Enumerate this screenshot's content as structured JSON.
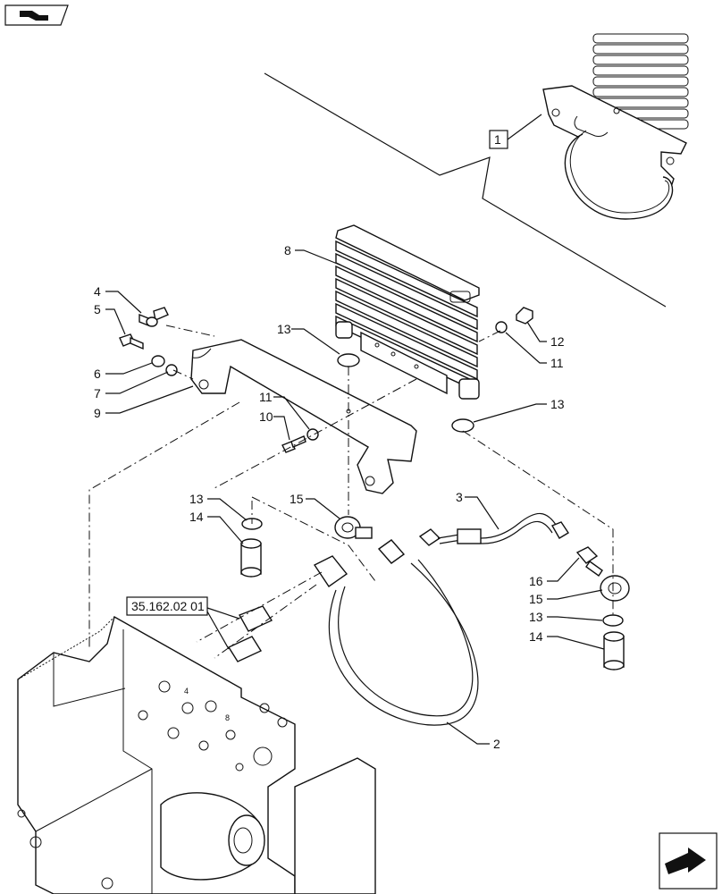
{
  "callouts": {
    "c1": "1",
    "c2": "2",
    "c3": "3",
    "c4": "4",
    "c5": "5",
    "c6": "6",
    "c7": "7",
    "c8": "8",
    "c9": "9",
    "c10": "10",
    "c11a": "11",
    "c11b": "11",
    "c12": "12",
    "c13a": "13",
    "c13b": "13",
    "c13c": "13",
    "c13d": "13",
    "c14a": "14",
    "c14b": "14",
    "c15a": "15",
    "c15b": "15",
    "c16": "16"
  },
  "reference": "35.162.02 01",
  "frame_marks": {
    "m4": "4",
    "m8": "8"
  },
  "icons": {
    "top_left": "view-direction-icon",
    "bottom_right": "next-page-arrow-icon"
  }
}
